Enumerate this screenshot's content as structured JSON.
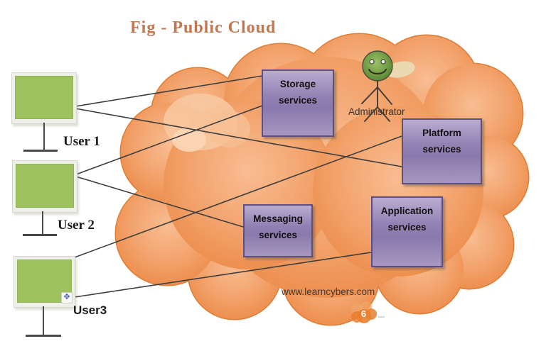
{
  "title": "Fig - Public Cloud",
  "users": [
    {
      "label": "User 1"
    },
    {
      "label": "User 2"
    },
    {
      "label": "User3"
    }
  ],
  "cloud": {
    "services": [
      {
        "id": "storage",
        "line1": "Storage",
        "line2": "services"
      },
      {
        "id": "platform",
        "line1": "Platform",
        "line2": "services"
      },
      {
        "id": "messaging",
        "line1": "Messaging",
        "line2": "services"
      },
      {
        "id": "application",
        "line1": "Application",
        "line2": "services"
      }
    ],
    "administrator_label": "Administrator",
    "watermark": "www.learncybers.com",
    "badge_number": "6"
  },
  "connections": [
    {
      "from": "User 1",
      "to": "Storage services"
    },
    {
      "from": "User 1",
      "to": "Platform services"
    },
    {
      "from": "User 2",
      "to": "Storage services"
    },
    {
      "from": "User 2",
      "to": "Messaging services"
    },
    {
      "from": "User3",
      "to": "Platform services"
    },
    {
      "from": "User3",
      "to": "Application services"
    }
  ],
  "icons": {
    "move_glyph": "✥"
  },
  "colors": {
    "cloud_orange": "#f0975c",
    "cloud_outline": "#df7d31",
    "service_box_purple": "#9180b3",
    "service_box_border": "#5e4f82",
    "monitor_green": "#9dc25e",
    "title_brown": "#c3764f",
    "admin_head_green": "#6f9c3f",
    "badge_orange": "#e97f2f",
    "line_dark": "#3d3d3d"
  }
}
